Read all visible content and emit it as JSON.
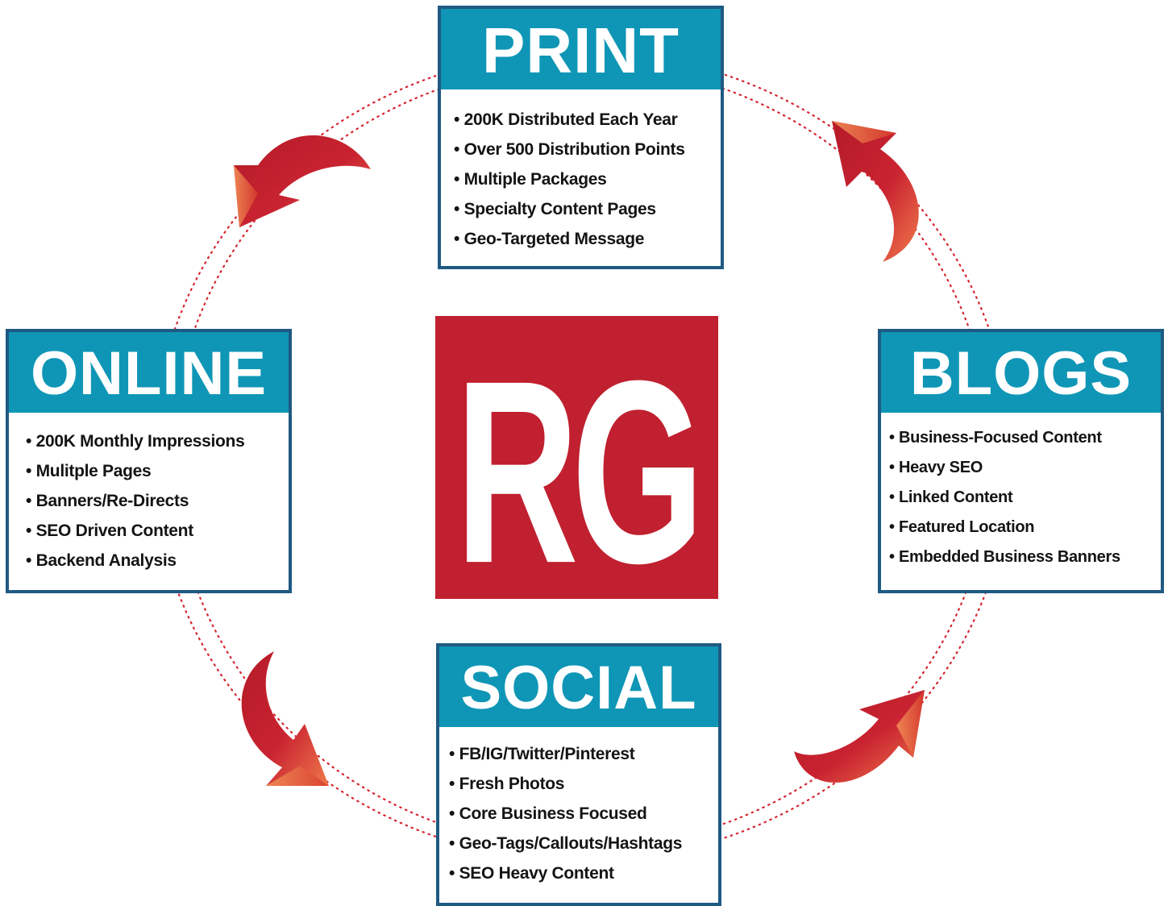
{
  "print": {
    "title": "PRINT",
    "items": [
      "200K Distributed Each Year",
      "Over 500 Distribution Points",
      "Multiple Packages",
      "Specialty Content Pages",
      "Geo-Targeted Message"
    ]
  },
  "online": {
    "title": "ONLINE",
    "items": [
      "200K Monthly Impressions",
      "Mulitple Pages",
      "Banners/Re-Directs",
      "SEO Driven Content",
      "Backend Analysis"
    ]
  },
  "blogs": {
    "title": "BLOGS",
    "items": [
      "Business-Focused Content",
      "Heavy SEO",
      "Linked Content",
      "Featured Location",
      "Embedded Business Banners"
    ]
  },
  "social": {
    "title": "SOCIAL",
    "items": [
      "FB/IG/Twitter/Pinterest",
      "Fresh Photos",
      "Core Business Focused",
      "Geo-Tags/Callouts/Hashtags",
      "SEO Heavy Content"
    ]
  },
  "logo": {
    "text": "RG"
  },
  "colors": {
    "header_teal": "#0f96b6",
    "border_blue": "#1f5a82",
    "logo_red": "#c0202f",
    "arrow_red": "#c21d2b",
    "dotted_ring": "#d6242e"
  }
}
